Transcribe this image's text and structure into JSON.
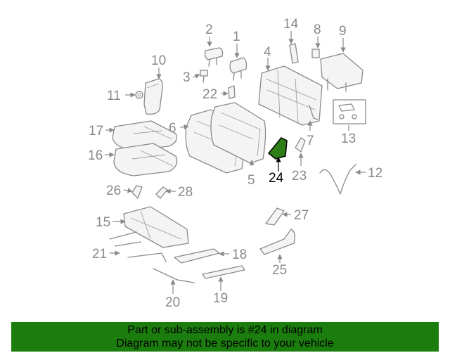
{
  "highlight_color": "#2e7d16",
  "banner_color": "#1b7d0d",
  "callouts": {
    "c1": "1",
    "c2": "2",
    "c3": "3",
    "c4": "4",
    "c5": "5",
    "c6": "6",
    "c7": "7",
    "c8": "8",
    "c9": "9",
    "c10": "10",
    "c11": "11",
    "c12": "12",
    "c13": "13",
    "c14": "14",
    "c15": "15",
    "c16": "16",
    "c17": "17",
    "c18": "18",
    "c19": "19",
    "c20": "20",
    "c21": "21",
    "c22": "22",
    "c23": "23",
    "c24": "24",
    "c25": "25",
    "c26": "26",
    "c27": "27",
    "c28": "28"
  },
  "highlighted_part": "24",
  "banner": {
    "line1": "Part or sub-assembly is #24 in diagram",
    "line2": "Diagram may not be specific to your vehicle"
  }
}
